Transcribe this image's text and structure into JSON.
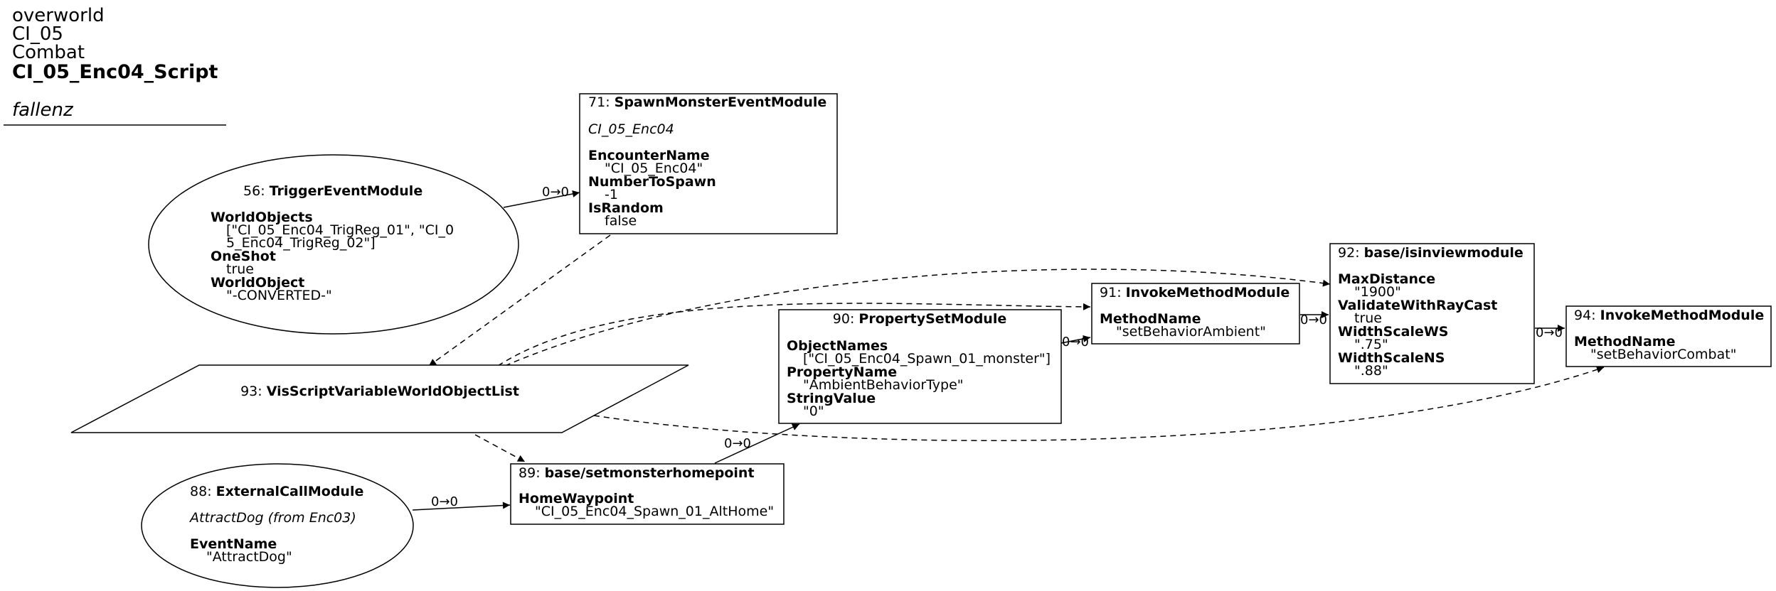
{
  "header": {
    "lines": [
      "overworld",
      "CI_05",
      "Combat"
    ],
    "title": "CI_05_Enc04_Script",
    "author": "fallenz"
  },
  "nodes": {
    "n56": {
      "id": "56",
      "type": "TriggerEventModule",
      "props": [
        {
          "name": "WorldObjects",
          "values": [
            "[\"CI_05_Enc04_TrigReg_01\", \"CI_0",
            "5_Enc04_TrigReg_02\"]"
          ]
        },
        {
          "name": "OneShot",
          "values": [
            "true"
          ]
        },
        {
          "name": "WorldObject",
          "values": [
            "\"-CONVERTED-\""
          ]
        }
      ]
    },
    "n71": {
      "id": "71",
      "type": "SpawnMonsterEventModule",
      "subtitle": "CI_05_Enc04",
      "props": [
        {
          "name": "EncounterName",
          "values": [
            "\"CI_05_Enc04\""
          ]
        },
        {
          "name": "NumberToSpawn",
          "values": [
            "-1"
          ]
        },
        {
          "name": "IsRandom",
          "values": [
            "false"
          ]
        }
      ]
    },
    "n93": {
      "id": "93",
      "type": "VisScriptVariableWorldObjectList"
    },
    "n88": {
      "id": "88",
      "type": "ExternalCallModule",
      "subtitle": "AttractDog (from Enc03)",
      "props": [
        {
          "name": "EventName",
          "values": [
            "\"AttractDog\""
          ]
        }
      ]
    },
    "n89": {
      "id": "89",
      "type": "base/setmonsterhomepoint",
      "props": [
        {
          "name": "HomeWaypoint",
          "values": [
            "\"CI_05_Enc04_Spawn_01_AltHome\""
          ]
        }
      ]
    },
    "n90": {
      "id": "90",
      "type": "PropertySetModule",
      "props": [
        {
          "name": "ObjectNames",
          "values": [
            "[\"CI_05_Enc04_Spawn_01_monster\"]"
          ]
        },
        {
          "name": "PropertyName",
          "values": [
            "\"AmbientBehaviorType\""
          ]
        },
        {
          "name": "StringValue",
          "values": [
            "\"0\""
          ]
        }
      ]
    },
    "n91": {
      "id": "91",
      "type": "InvokeMethodModule",
      "props": [
        {
          "name": "MethodName",
          "values": [
            "\"setBehaviorAmbient\""
          ]
        }
      ]
    },
    "n92": {
      "id": "92",
      "type": "base/isinviewmodule",
      "props": [
        {
          "name": "MaxDistance",
          "values": [
            "\"1900\""
          ]
        },
        {
          "name": "ValidateWithRayCast",
          "values": [
            "true"
          ]
        },
        {
          "name": "WidthScaleWS",
          "values": [
            "\".75\""
          ]
        },
        {
          "name": "WidthScaleNS",
          "values": [
            "\".88\""
          ]
        }
      ]
    },
    "n94": {
      "id": "94",
      "type": "InvokeMethodModule",
      "props": [
        {
          "name": "MethodName",
          "values": [
            "\"setBehaviorCombat\""
          ]
        }
      ]
    }
  },
  "edge_labels": {
    "e56_71": "0→0",
    "e88_89": "0→0",
    "e89_90": "0→0",
    "e90_91": "0→0",
    "e91_92": "0→0",
    "e92_94": "0→0"
  },
  "colors": {
    "stroke": "#000000",
    "background": "#ffffff"
  }
}
